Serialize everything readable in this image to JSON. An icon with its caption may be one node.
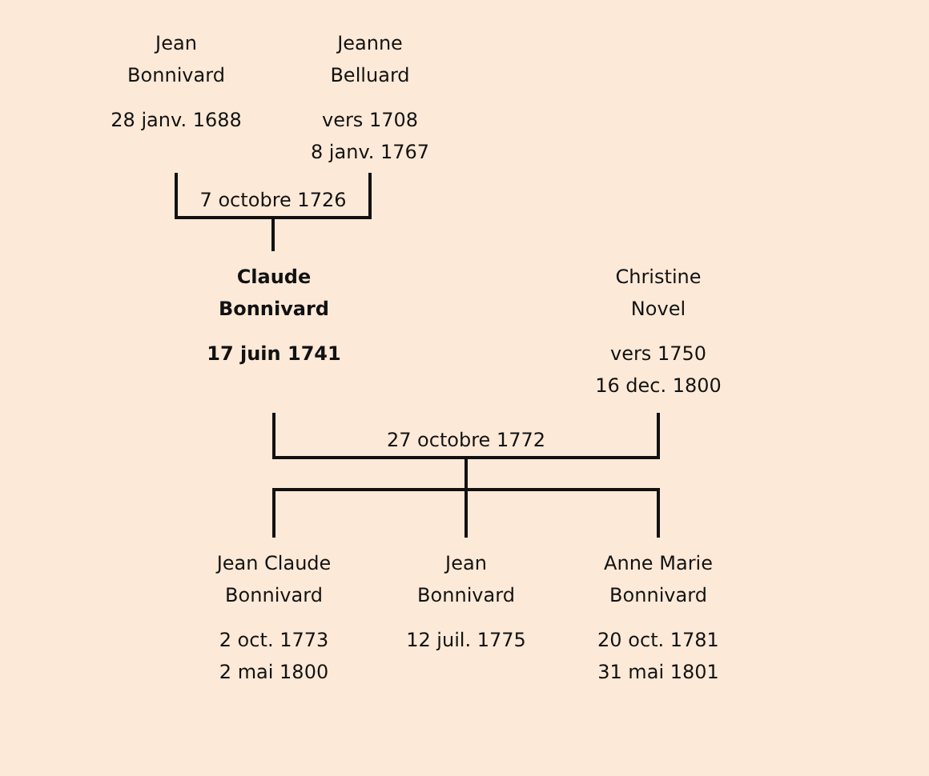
{
  "diagram": {
    "nodes": [
      {
        "text": [
          "Jean Bonnivard",
          "28 janv. 1688"
        ]
      },
      {
        "text": [
          "Jeanne Belluard",
          "vers 1708",
          "8 janv. 1767"
        ]
      },
      {
        "text": [
          "Claude Bonnivard",
          "17 juin 1741"
        ]
      },
      {
        "text": [
          "Christine Novel",
          "vers 1750",
          "16 dec. 1800"
        ]
      },
      {
        "text": [
          "Jean Claude Bonnivard",
          "2 oct. 1773",
          "2 mai 1800"
        ]
      },
      {
        "text": [
          "Jean Bonnivard",
          "12 juil. 1775"
        ]
      },
      {
        "text": [
          "Anne Marie Bonnivard",
          "20 oct. 1781",
          "31 mai 1801"
        ]
      }
    ],
    "edges": [
      {
        "from": 0,
        "to": 2,
        "arrow": "none",
        "label": "7 octobre 1726"
      },
      {
        "from": 1,
        "to": 2,
        "arrow": "none"
      },
      {
        "from": 2,
        "to": 4,
        "arrow": "none",
        "label": "27 octobre 1772"
      },
      {
        "from": 2,
        "to": 5,
        "arrow": "none"
      },
      {
        "from": 2,
        "to": 6,
        "arrow": "none"
      },
      {
        "from": 3,
        "to": 4,
        "arrow": "none"
      },
      {
        "from": 3,
        "to": 5,
        "arrow": "none"
      },
      {
        "from": 3,
        "to": 6,
        "arrow": "none"
      }
    ]
  }
}
